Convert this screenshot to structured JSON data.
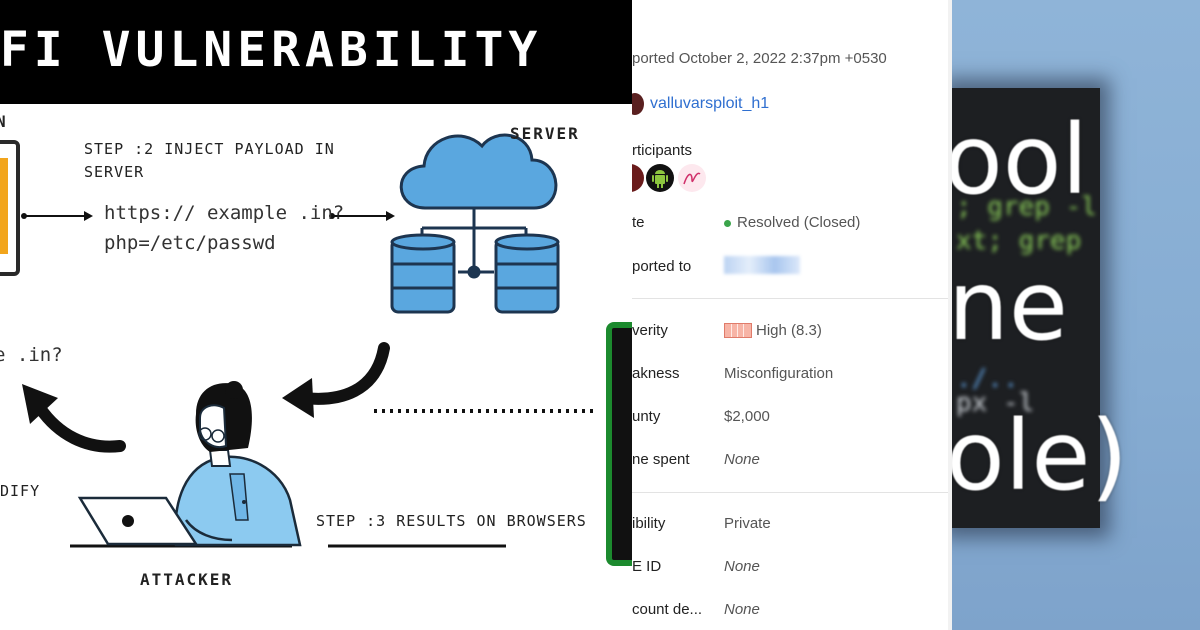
{
  "infographic": {
    "banner_title": "LFI VULNERABILITY",
    "fragment_top_left": "N",
    "step2_line1": "STEP :2 INJECT PAYLOAD IN",
    "step2_line2": "SERVER",
    "url_line1": "https:// example .in?",
    "url_line2": "php=/etc/passwd",
    "server_label": "SERVER",
    "fragment_left_url": "e .in?",
    "fragment_modify": "DIFY",
    "step3_label": "STEP :3 RESULTS ON BROWSERS",
    "attacker_label": "ATTACKER"
  },
  "report": {
    "reported_text": "ported October 2, 2022 2:37pm +0530",
    "reporter": "valluvarsploit_h1",
    "participants_label": "rticipants",
    "rows": [
      {
        "label": "te",
        "value": "Resolved (Closed)"
      },
      {
        "label": "ported to",
        "value": ""
      },
      {
        "label": "verity",
        "value": "High (8.3)"
      },
      {
        "label": "akness",
        "value": "Misconfiguration"
      },
      {
        "label": "unty",
        "value": "$2,000"
      },
      {
        "label": "ne spent",
        "value": "None"
      },
      {
        "label": "ibility",
        "value": "Private"
      },
      {
        "label": "E ID",
        "value": "None"
      },
      {
        "label": "count de...",
        "value": "None"
      }
    ],
    "colors": {
      "link": "#2f6fd0",
      "resolved_dot": "#3aa44a",
      "severity_high": "#f7b4a6"
    }
  },
  "terminal": {
    "big_lines": [
      "ool",
      "ne",
      "ole)"
    ],
    "code_lines": [
      {
        "text": "; grep -l",
        "color": "#8ccf5a"
      },
      {
        "text": "xt; grep",
        "color": "#8ccf5a"
      },
      {
        "text": "./..",
        "color": "#5fa0e0"
      },
      {
        "text": "px -l",
        "color": "#cfd4da"
      }
    ]
  }
}
